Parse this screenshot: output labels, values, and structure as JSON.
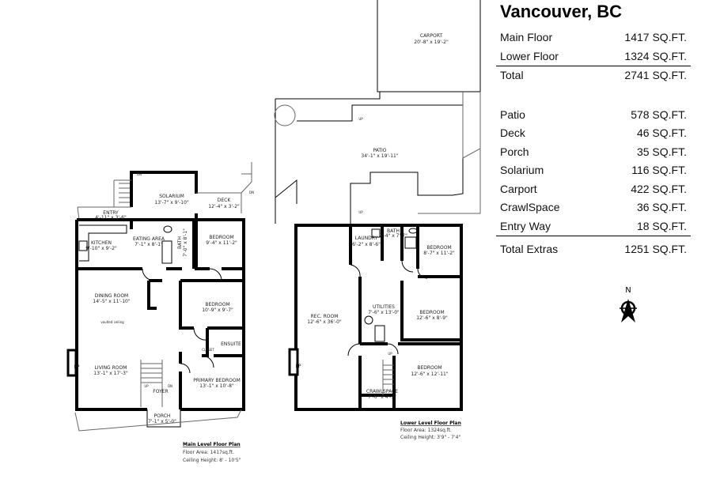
{
  "title": "Vancouver, BC",
  "summary": {
    "floors": [
      {
        "label": "Main Floor",
        "value": "1417 SQ.FT."
      },
      {
        "label": "Lower Floor",
        "value": "1324 SQ.FT."
      }
    ],
    "total": {
      "label": "Total",
      "value": "2741 SQ.FT."
    },
    "extras": [
      {
        "label": "Patio",
        "value": "578 SQ.FT."
      },
      {
        "label": "Deck",
        "value": "46 SQ.FT."
      },
      {
        "label": "Porch",
        "value": "35 SQ.FT."
      },
      {
        "label": "Solarium",
        "value": "116 SQ.FT."
      },
      {
        "label": "Carport",
        "value": "422 SQ.FT."
      },
      {
        "label": "CrawlSpace",
        "value": "36 SQ.FT."
      },
      {
        "label": "Entry Way",
        "value": "18 SQ.FT."
      }
    ],
    "total_extras": {
      "label": "Total Extras",
      "value": "1251 SQ.FT."
    }
  },
  "compass": {
    "label": "N",
    "icon": "north-arrow-icon"
  },
  "main_level": {
    "caption_title": "Main Level Floor Plan",
    "floor_area": "Floor Area: 1417sq.ft.",
    "ceiling_height": "Ceiling Height: 8' - 10'5\"",
    "rooms": [
      {
        "name": "SOLARIUM",
        "dims": "13'-7\" x 9'-10\""
      },
      {
        "name": "ENTRY",
        "dims": "4'-11\" x 3'-6\""
      },
      {
        "name": "KITCHEN",
        "dims": "9'-10\" x 9'-2\""
      },
      {
        "name": "EATING AREA",
        "dims": "7'-1\" x 8'-1\""
      },
      {
        "name": "BATH",
        "dims": "7'-0\" x 8'-1\""
      },
      {
        "name": "DECK",
        "dims": "12'-4\" x 3'-2\""
      },
      {
        "name": "BEDROOM",
        "dims": "9'-4\" x 11'-2\""
      },
      {
        "name": "DINING ROOM",
        "dims": "14'-5\" x 11'-10\""
      },
      {
        "name": "BEDROOM",
        "dims": "10'-9\" x 9'-7\""
      },
      {
        "name": "ENSUITE",
        "dims": ""
      },
      {
        "name": "LIVING ROOM",
        "dims": "13'-1\" x 17'-3\""
      },
      {
        "name": "FOYER",
        "dims": ""
      },
      {
        "name": "PRIMARY BEDROOM",
        "dims": "13'-1\" x 10'-8\""
      },
      {
        "name": "PORCH",
        "dims": "7'-1\" x 5'-0\""
      }
    ],
    "fp": "FP",
    "up": "UP",
    "dn": "DN",
    "closet": "CLOSET",
    "vaulted": "vaulted ceiling"
  },
  "lower_level": {
    "caption_title": "Lower Level Floor Plan",
    "floor_area": "Floor Area: 1324sq.ft.",
    "ceiling_height": "Ceiling Height: 3'9\" - 7'4\"",
    "rooms": [
      {
        "name": "CARPORT",
        "dims": "20'-8\" x 19'-2\""
      },
      {
        "name": "PATIO",
        "dims": "34'-1\" x 19'-11\""
      },
      {
        "name": "LAUNDRY",
        "dims": "6'-2\" x 8'-6\""
      },
      {
        "name": "BATH",
        "dims": "7'-4\" x 7'-7\""
      },
      {
        "name": "BEDROOM",
        "dims": "8'-7\" x 11'-2\""
      },
      {
        "name": "UTILITIES",
        "dims": "7'-6\" x 13'-0\""
      },
      {
        "name": "BEDROOM",
        "dims": "12'-6\" x 8'-9\""
      },
      {
        "name": "REC. ROOM",
        "dims": "12'-6\" x 36'-0\""
      },
      {
        "name": "BEDROOM",
        "dims": "12'-6\" x 12'-11\""
      },
      {
        "name": "CRAWLSPACE",
        "dims": "7'-6\" x 4'-3\""
      }
    ],
    "fp": "FP",
    "up": "UP"
  }
}
